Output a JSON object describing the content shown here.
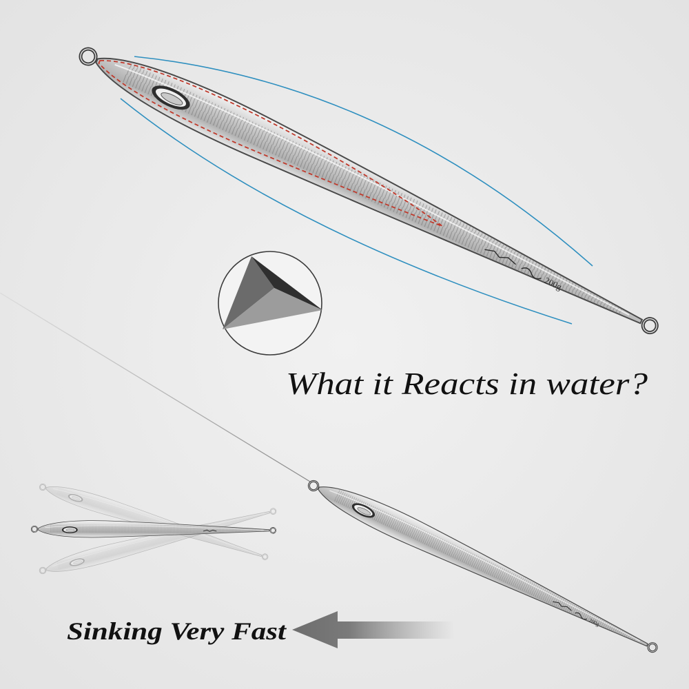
{
  "headline": "What it Reacts in water?",
  "caption": "Sinking Very Fast",
  "lure": {
    "weight_marking": "200g"
  },
  "icons": {
    "cross_section": "triangular-prism-icon",
    "direction": "left-arrow-icon"
  },
  "colors": {
    "background": "#ebebeb",
    "water_lines": "#2e8fbf",
    "outline_highlight": "#c0392b",
    "arrow": "#6d6d6d",
    "lure_body": "#cfcfcf"
  }
}
